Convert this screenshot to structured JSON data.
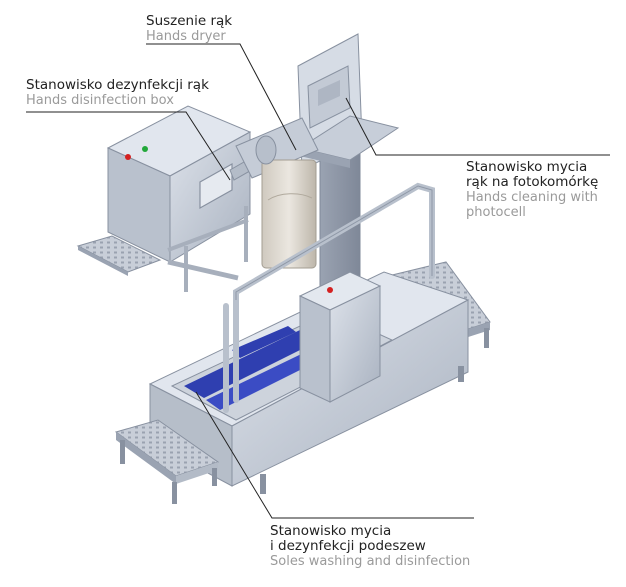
{
  "labels": {
    "hands_dryer": {
      "pl": "Suszenie rąk",
      "en": "Hands dryer"
    },
    "disinfection_box": {
      "pl": "Stanowisko dezynfekcji rąk",
      "en": "Hands disinfection box"
    },
    "photocell": {
      "pl_line1": "Stanowisko mycia",
      "pl_line2": "rąk na fotokomórkę",
      "en_line1": "Hands cleaning with",
      "en_line2": "photocell"
    },
    "soles": {
      "pl_line1": "Stanowisko mycia",
      "pl_line2": "i dezynfekcji podeszew",
      "en_line1": "Soles washing and disinfection"
    }
  },
  "colors": {
    "steel_light": "#c9d0da",
    "steel_mid": "#aab3c1",
    "steel_dark": "#8891a0",
    "brush_blue": "#2f3fb0",
    "indicator_red": "#d42020",
    "indicator_green": "#22a83a",
    "leader_line": "#222222"
  }
}
